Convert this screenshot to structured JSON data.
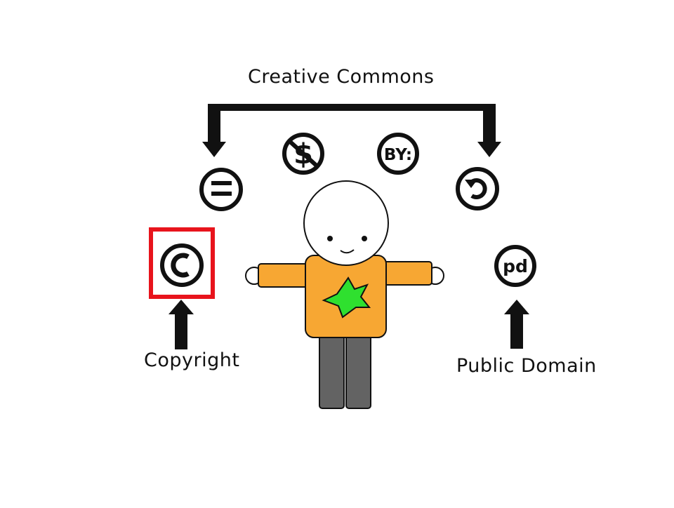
{
  "labels": {
    "title": "Creative Commons",
    "copyright": "Copyright",
    "public_domain": "Public Domain"
  },
  "icons": {
    "by_text": "BY:",
    "pd_text": "pd",
    "dollar_text": "$"
  },
  "colors": {
    "highlight_box": "#e8141c",
    "shirt": "#f7a733",
    "star": "#2fe02f",
    "pants": "#636363",
    "outline": "#111111",
    "background": "#ffffff"
  }
}
